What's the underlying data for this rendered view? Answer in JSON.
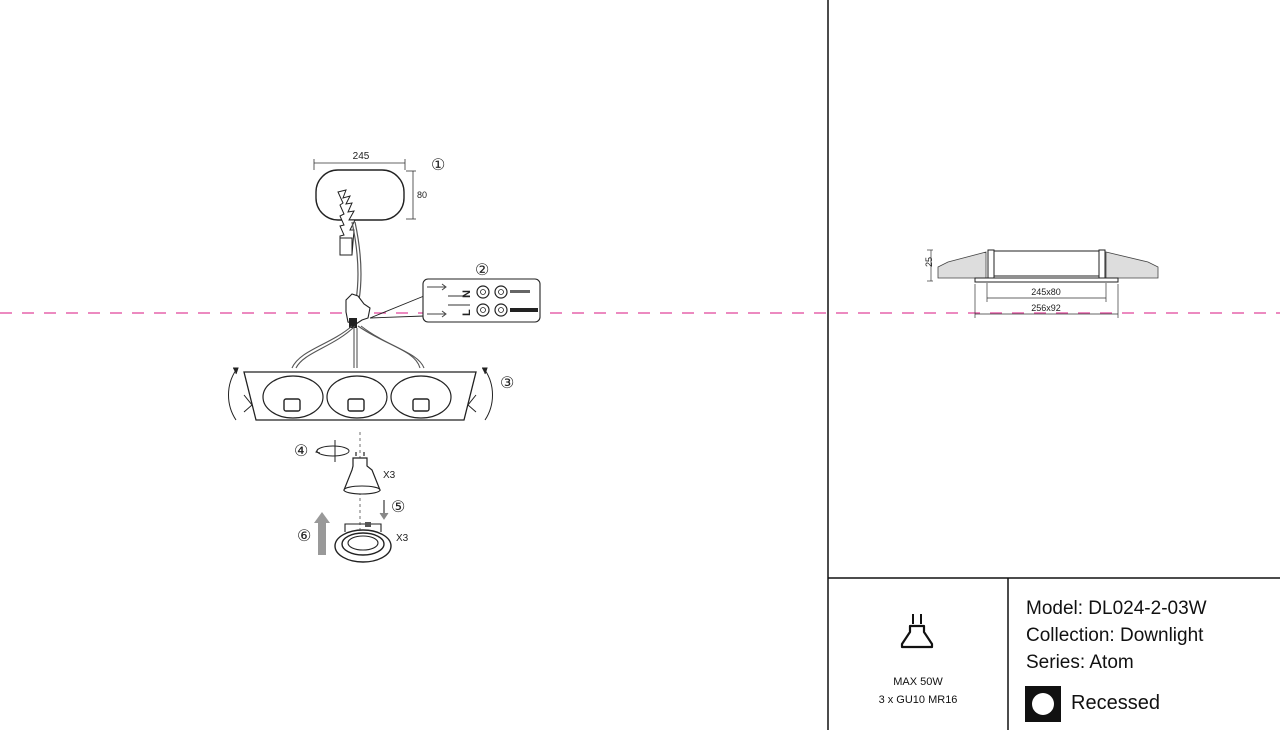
{
  "drawing": {
    "dim_width": "245",
    "dim_height": "80",
    "dim_depth": "25",
    "dim_cutout": "245x80",
    "dim_overall": "256x92",
    "terminal_n": "N",
    "terminal_l": "L",
    "qty_lamp": "X3",
    "qty_ring": "X3",
    "steps": [
      "①",
      "②",
      "③",
      "④",
      "⑤",
      "⑥"
    ]
  },
  "info": {
    "model": "Model: DL024-2-03W",
    "collection": "Collection: Downlight",
    "series": "Series: Atom",
    "mount_type": "Recessed",
    "power": "MAX 50W",
    "lamp_type": "3 x GU10 MR16"
  },
  "icons": {
    "bulb": "bulb-icon",
    "recessed": "recessed-icon"
  },
  "colors": {
    "guide_line": "#e0459a",
    "ink": "#111111"
  }
}
